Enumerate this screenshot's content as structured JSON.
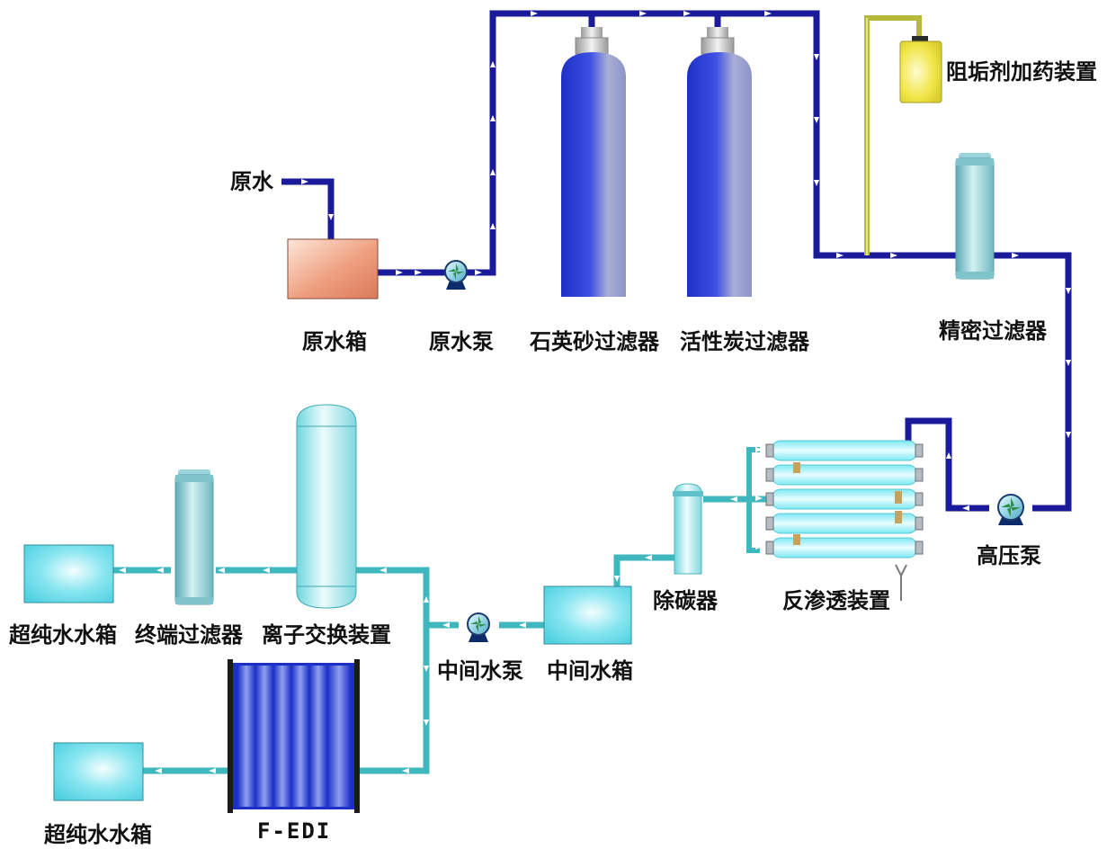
{
  "labels": {
    "raw_water": "原水",
    "raw_water_tank": "原水箱",
    "raw_water_pump": "原水泵",
    "quartz_sand_filter": "石英砂过滤器",
    "activated_carbon_filter": "活性炭过滤器",
    "antiscalant_dosing": "阻垢剂加药装置",
    "precision_filter": "精密过滤器",
    "high_pressure_pump": "高压泵",
    "reverse_osmosis": "反渗透装置",
    "decarbonator": "除碳器",
    "intermediate_tank": "中间水箱",
    "intermediate_pump": "中间水泵",
    "ion_exchange": "离子交换装置",
    "terminal_filter": "终端过滤器",
    "ultrapure_tank_1": "超纯水水箱",
    "ultrapure_tank_2": "超纯水水箱",
    "fedi": "F-EDI"
  },
  "colors": {
    "pipe_blue": "#1a1a9a",
    "pipe_teal": "#3fb7be",
    "dosing_line": "#b5b83a",
    "tank_salmon": "#e79577",
    "tank_cyan": "#7ee4ef",
    "filter_blue": "#3448d6",
    "cartridge": "#8fcfd6",
    "ro_tube": "#a6f2f9",
    "dosing_tank": "#f2e84f"
  }
}
